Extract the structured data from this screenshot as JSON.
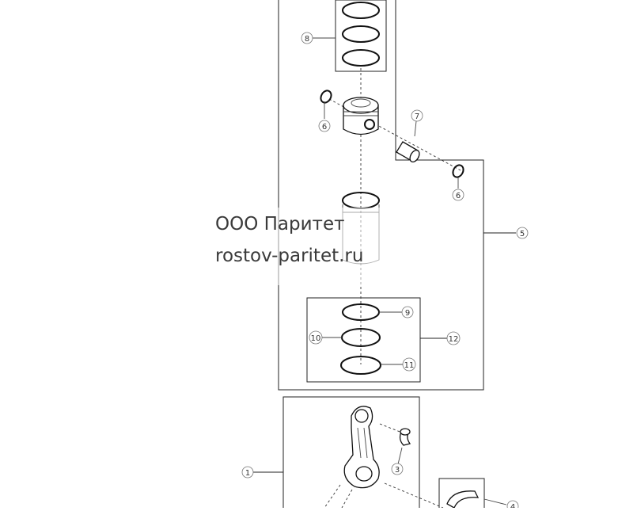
{
  "watermark": {
    "company": "ООО Паритет",
    "site": "rostov-paritet.ru"
  },
  "callouts": {
    "c1": "1",
    "c3": "3",
    "c4": "4",
    "c5": "5",
    "c6a": "6",
    "c6b": "6",
    "c7": "7",
    "c8": "8",
    "c9": "9",
    "c10": "10",
    "c11": "11",
    "c12": "12"
  }
}
